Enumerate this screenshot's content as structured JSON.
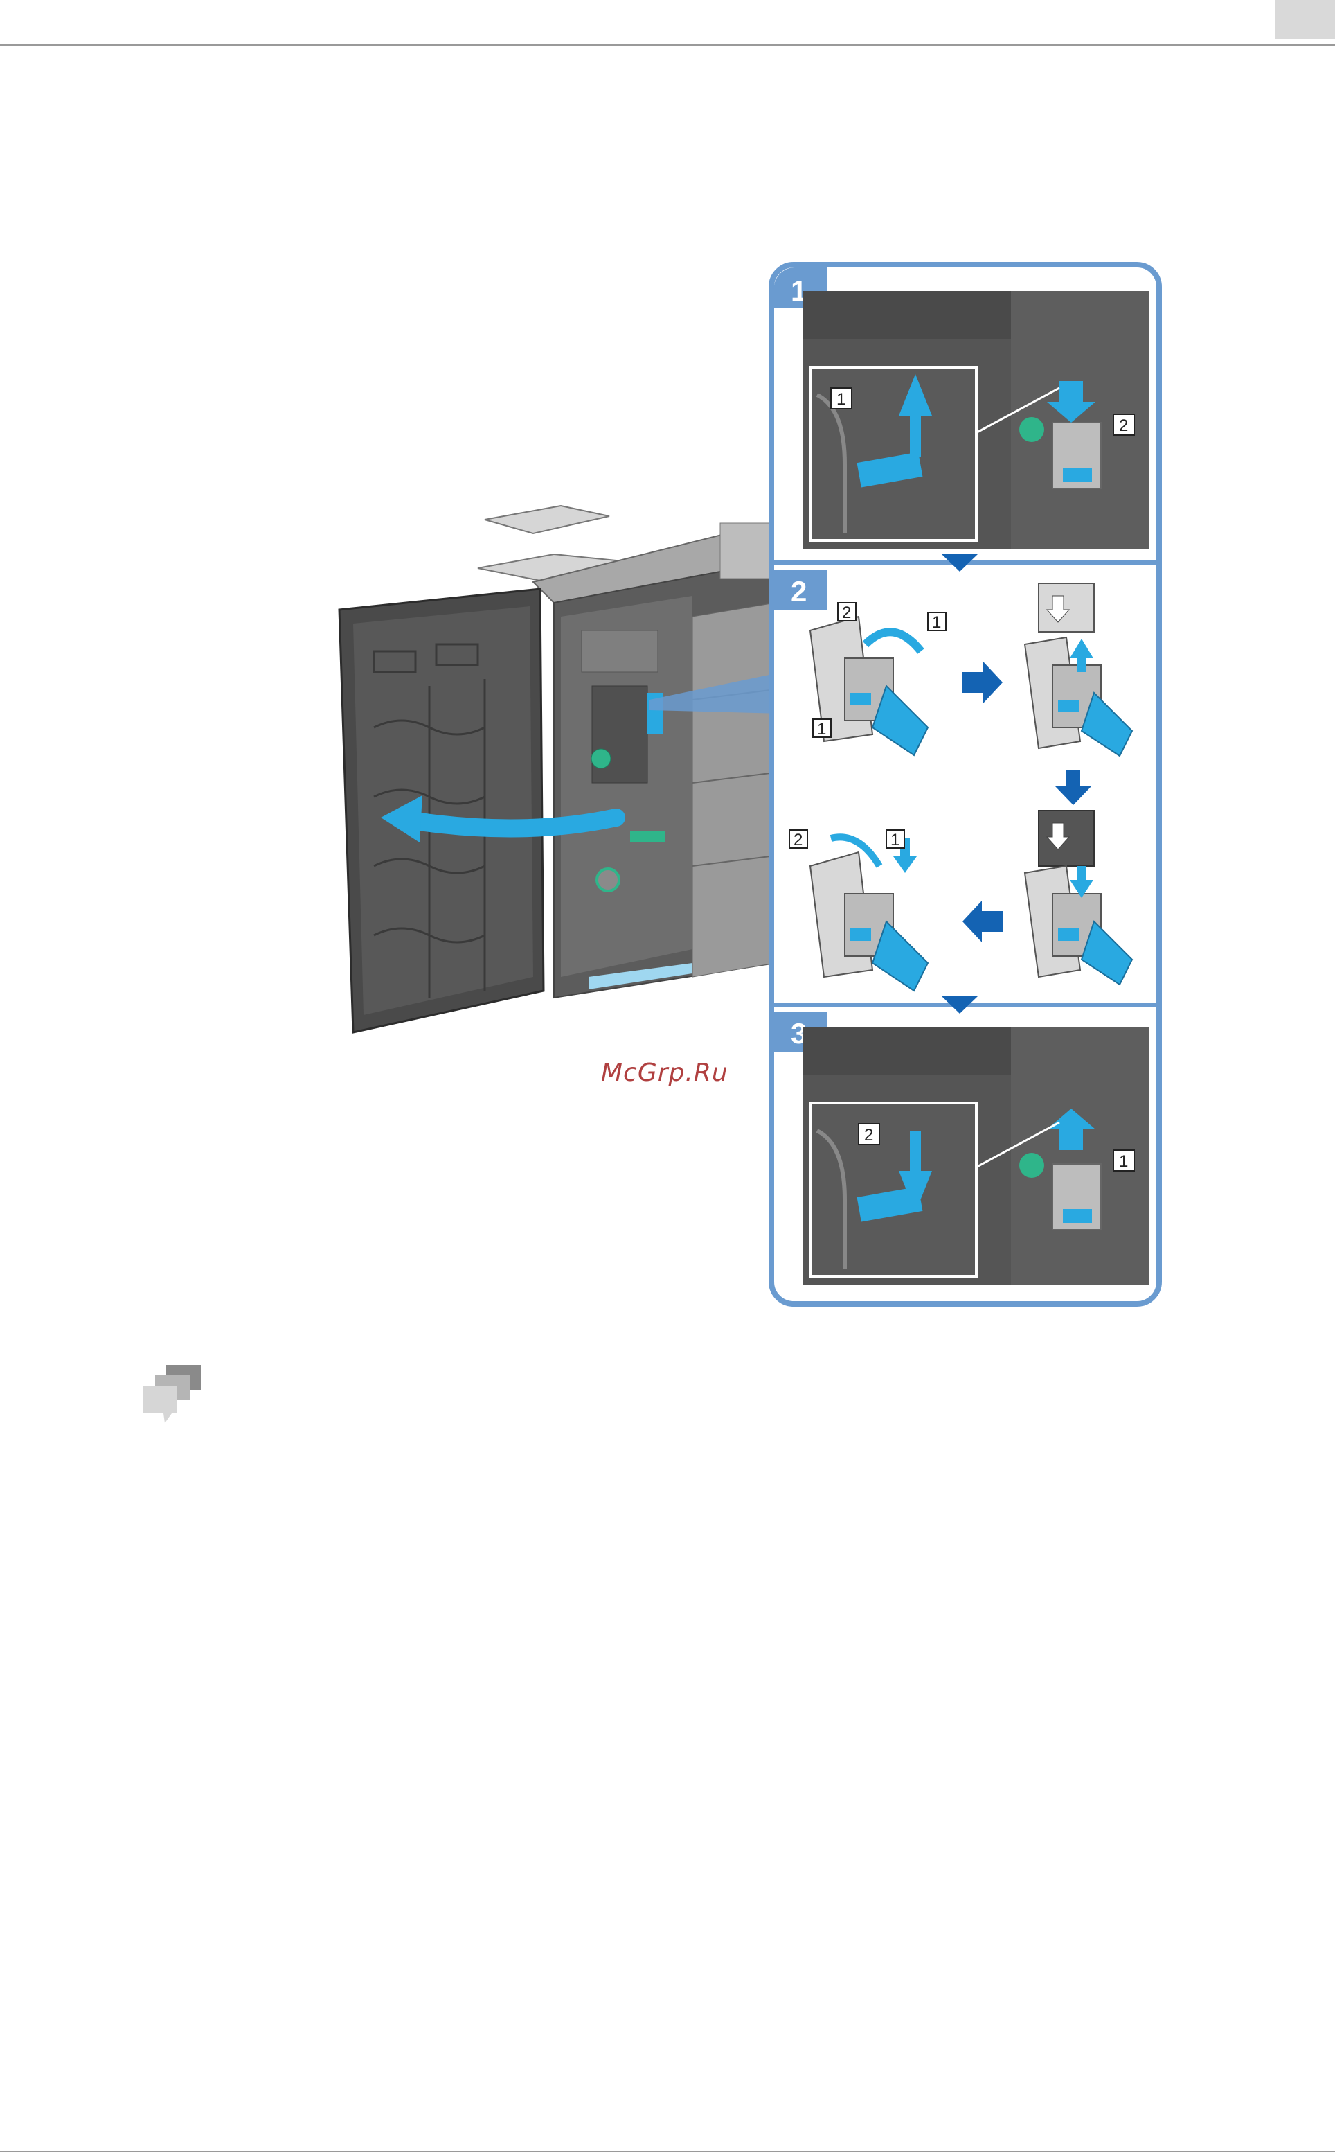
{
  "figure": {
    "steps": [
      {
        "label": "1",
        "callouts": [
          "1",
          "2"
        ]
      },
      {
        "label": "2",
        "callouts": [
          "2",
          "1",
          "1",
          "2",
          "1"
        ]
      },
      {
        "label": "3",
        "callouts": [
          "2",
          "1"
        ]
      }
    ]
  },
  "watermark": "McGrp.Ru",
  "colors": {
    "panel_border": "#6a9bd0",
    "accent_blue": "#29a9e1",
    "arrow_dark_blue": "#1463b3",
    "machine_dark": "#4a4a4a",
    "machine_mid": "#7a7a7a",
    "machine_light": "#bdbdbd",
    "green_knob": "#2fb58a",
    "icon_grey": "#9a9a9a"
  },
  "icons": [
    "speech-bubbles-icon"
  ]
}
